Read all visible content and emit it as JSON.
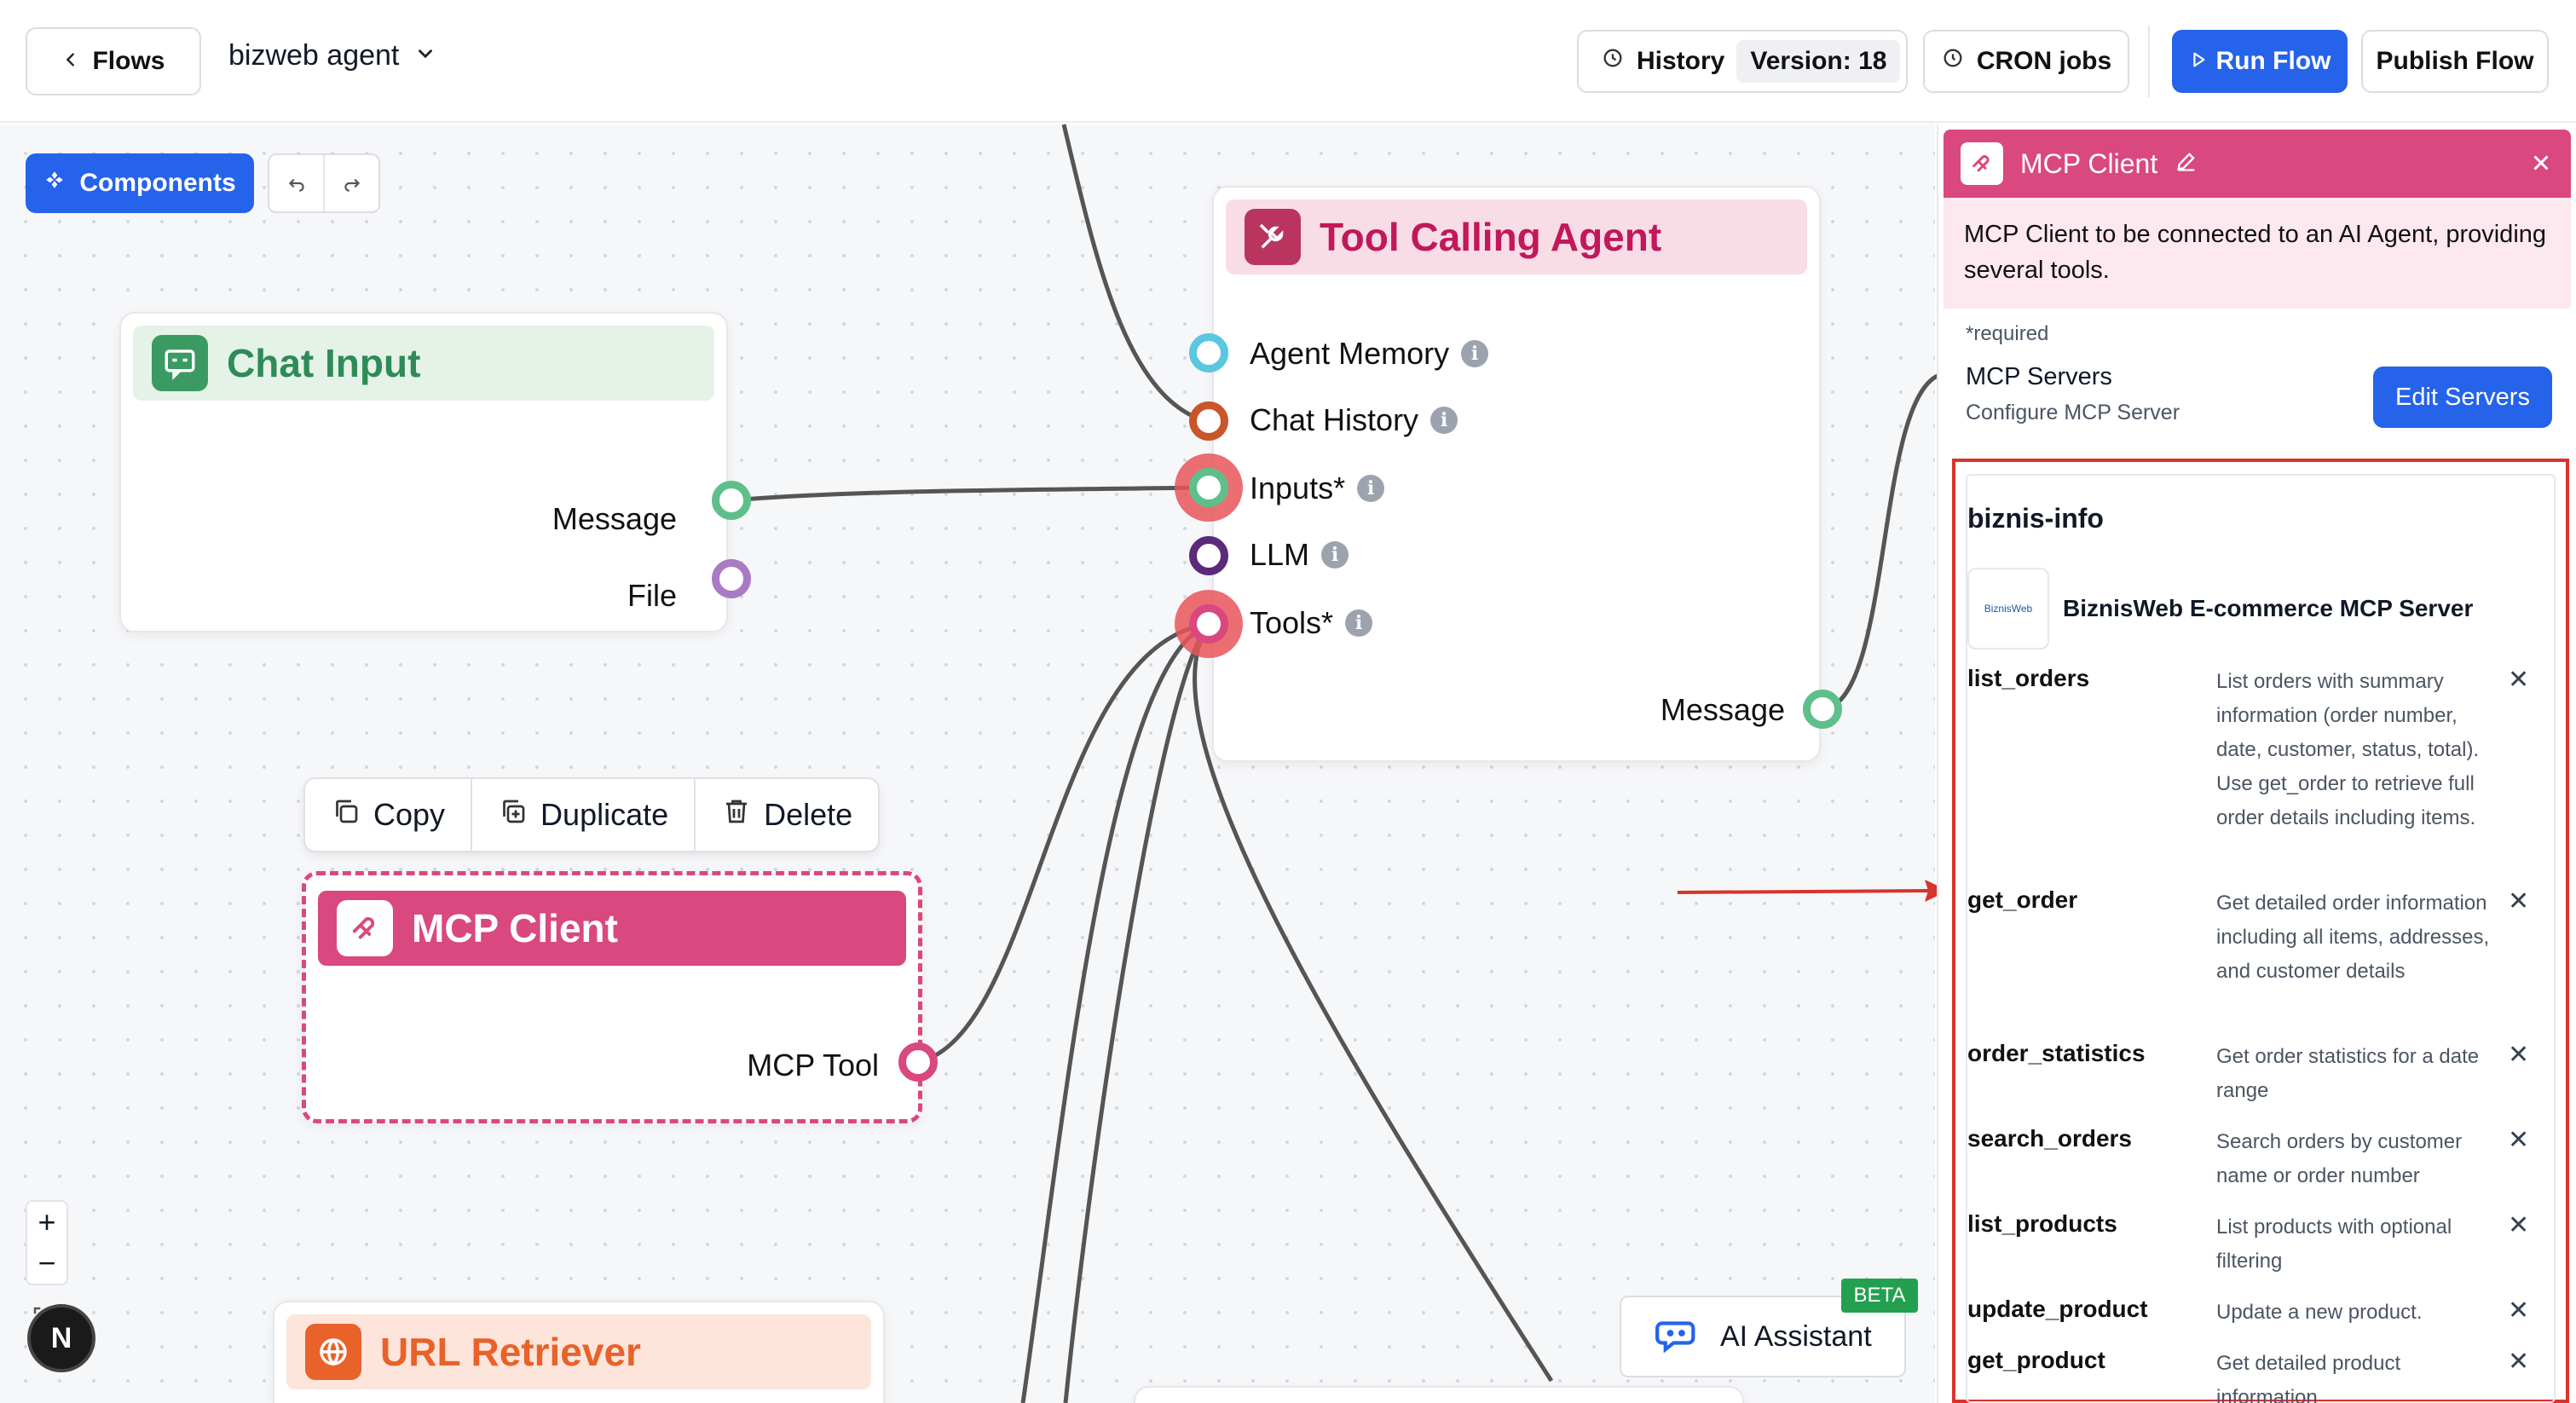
{
  "topbar": {
    "back_label": "Flows",
    "flow_name": "bizweb agent",
    "history_label": "History",
    "version_label": "Version: 18",
    "cron_label": "CRON jobs",
    "run_label": "Run Flow",
    "publish_label": "Publish Flow"
  },
  "canvas": {
    "components_label": "Components",
    "chat_input": {
      "title": "Chat Input",
      "ports": [
        "Message",
        "File"
      ]
    },
    "tool_agent": {
      "title": "Tool Calling Agent",
      "inputs": [
        "Agent Memory",
        "Chat History",
        "Inputs*",
        "LLM",
        "Tools*"
      ],
      "output": "Message"
    },
    "context_menu": {
      "copy": "Copy",
      "duplicate": "Duplicate",
      "delete": "Delete"
    },
    "mcp_node": {
      "title": "MCP Client",
      "port": "MCP Tool"
    },
    "url_node": {
      "title": "URL Retriever"
    },
    "ai_assistant": {
      "label": "AI Assistant",
      "badge": "BETA"
    },
    "avatar_letter": "N",
    "zoom_in": "+",
    "zoom_out": "−"
  },
  "panel": {
    "title": "MCP Client",
    "description": "MCP Client to be connected to an AI Agent, providing several tools.",
    "required_note": "*required",
    "servers_label": "MCP Servers",
    "servers_sub": "Configure MCP Server",
    "edit_servers": "Edit Servers",
    "server": {
      "id": "biznis-info",
      "name": "BiznisWeb E-commerce MCP Server",
      "logo_text": "BiznisWeb",
      "tools": [
        {
          "name": "list_orders",
          "desc": "List orders with summary information (order number, date, customer, status, total). Use get_order to retrieve full order details including items."
        },
        {
          "name": "get_order",
          "desc": "Get detailed order information including all items, addresses, and customer details"
        },
        {
          "name": "order_statistics",
          "desc": "Get order statistics for a date range"
        },
        {
          "name": "search_orders",
          "desc": "Search orders by customer name or order number"
        },
        {
          "name": "list_products",
          "desc": "List products with optional filtering"
        },
        {
          "name": "update_product",
          "desc": "Update a new product."
        },
        {
          "name": "get_product",
          "desc": "Get detailed product information"
        }
      ]
    }
  },
  "colors": {
    "primary": "#2563eb",
    "mcp_pink": "#d9487f",
    "chat_green": "#2e8b57",
    "agent_pink": "#c2185b",
    "url_orange": "#e8622a",
    "highlight_red": "#d9342b"
  }
}
